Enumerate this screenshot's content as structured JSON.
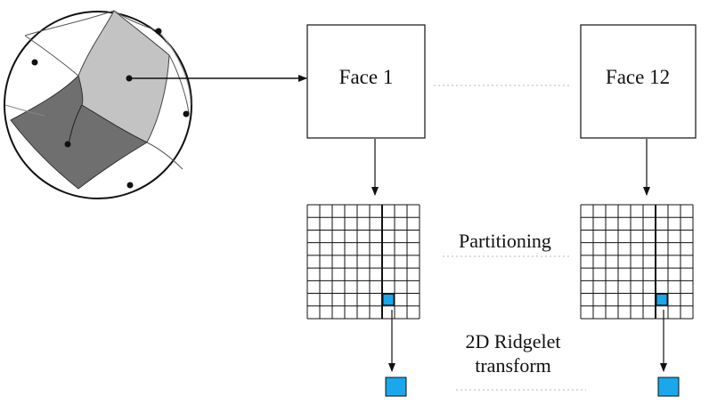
{
  "faces": {
    "first_label": "Face 1",
    "last_label": "Face 12"
  },
  "steps": {
    "partitioning_label": "Partitioning",
    "ridgelet_line1": "2D Ridgelet",
    "ridgelet_line2": "transform"
  },
  "colors": {
    "dark_patch": "#6f6f6f",
    "light_patch": "#c3c3c3",
    "highlight_block": "#1aa7ec",
    "line": "#111111",
    "dotted": "#c8c8c8"
  }
}
